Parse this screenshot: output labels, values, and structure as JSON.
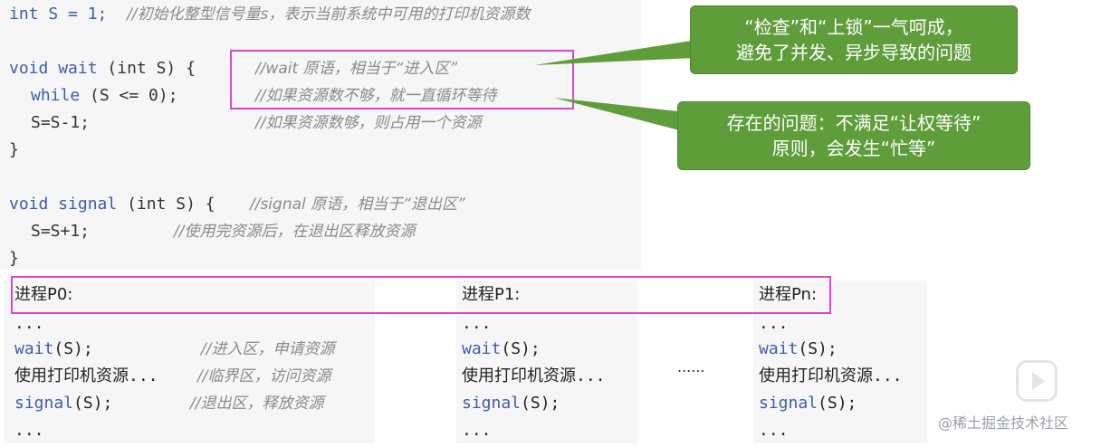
{
  "code": {
    "line1": {
      "code": "int S = 1;",
      "comment": "//初始化整型信号量s，表示当前系统中可用的打印机资源数"
    },
    "line2": {
      "kw": "void",
      "fn": " wait ",
      "rest": "(int S) {",
      "comment": "//wait 原语，相当于“进入区”"
    },
    "line3": {
      "kw": "while",
      "rest": " (S <= 0);",
      "comment": "//如果资源数不够，就一直循环等待"
    },
    "line4": {
      "code": "S=S-1;",
      "comment": "//如果资源数够，则占用一个资源"
    },
    "line5": {
      "code": "}"
    },
    "line6": {
      "kw": "void",
      "fn": " signal ",
      "rest": "(int S) {",
      "comment": "//signal 原语，相当于“退出区”"
    },
    "line7": {
      "code": "S=S+1;",
      "comment": "//使用完资源后，在退出区释放资源"
    },
    "line8": {
      "code": "}"
    }
  },
  "callouts": {
    "top": {
      "line1": "“检查”和“上锁”一气呵成，",
      "line2": "避免了并发、异步导致的问题"
    },
    "bottom": {
      "line1": "存在的问题：不满足“让权等待”",
      "line2": "原则，会发生“忙等”"
    }
  },
  "processes": [
    {
      "title": "进程P0:",
      "dots_top": "...",
      "wait": "wait",
      "wait_args": "(S);",
      "wait_comment": "//进入区，申请资源",
      "use": "使用打印机资源...",
      "use_comment": "//临界区，访问资源",
      "signal": "signal",
      "signal_args": "(S);",
      "signal_comment": "//退出区，释放资源",
      "dots_bottom": "..."
    },
    {
      "title": "进程P1:",
      "dots_top": "...",
      "wait": "wait",
      "wait_args": "(S);",
      "use": "使用打印机资源...",
      "signal": "signal",
      "signal_args": "(S);",
      "dots_bottom": "..."
    },
    {
      "title": "进程Pn:",
      "dots_top": "...",
      "wait": "wait",
      "wait_args": "(S);",
      "use": "使用打印机资源...",
      "signal": "signal",
      "signal_args": "(S);",
      "dots_bottom": "..."
    }
  ],
  "middle_ellipsis": "......",
  "watermark": "@稀土掘金技术社区",
  "icons": {
    "play": "play-icon"
  },
  "colors": {
    "accent_box": "#d946cf",
    "callout": "#5f9d3b",
    "keyword": "#3b5ea8"
  }
}
